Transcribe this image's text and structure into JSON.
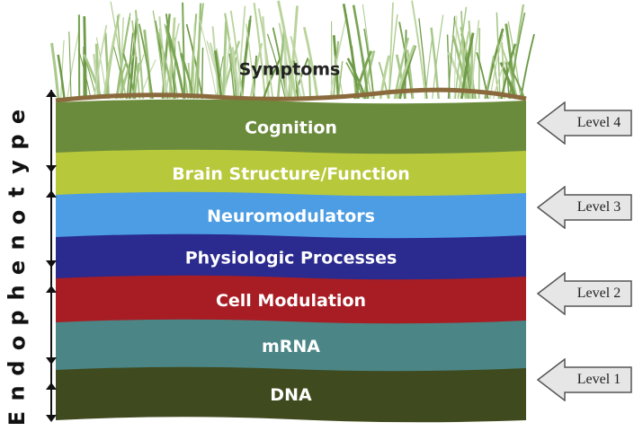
{
  "top": {
    "label": "Symptoms"
  },
  "side_title": "Endophenotype",
  "layers": [
    {
      "label": "Cognition",
      "color": "#6b8b3c"
    },
    {
      "label": "Brain Structure/Function",
      "color": "#b7c83a"
    },
    {
      "label": "Neuromodulators",
      "color": "#4c9de3"
    },
    {
      "label": "Physiologic Processes",
      "color": "#2a2a8f"
    },
    {
      "label": "Cell Modulation",
      "color": "#a81d24"
    },
    {
      "label": "mRNA",
      "color": "#4b8585"
    },
    {
      "label": "DNA",
      "color": "#3f4a1e"
    }
  ],
  "levels": [
    {
      "label": "Level 4"
    },
    {
      "label": "Level 3"
    },
    {
      "label": "Level 2"
    },
    {
      "label": "Level 1"
    }
  ],
  "colors": {
    "grass": "#8fb36a",
    "soil_line": "#8a6a3c",
    "arrow_fill": "#e6e6e6",
    "arrow_stroke": "#555555",
    "axis": "#111111"
  }
}
